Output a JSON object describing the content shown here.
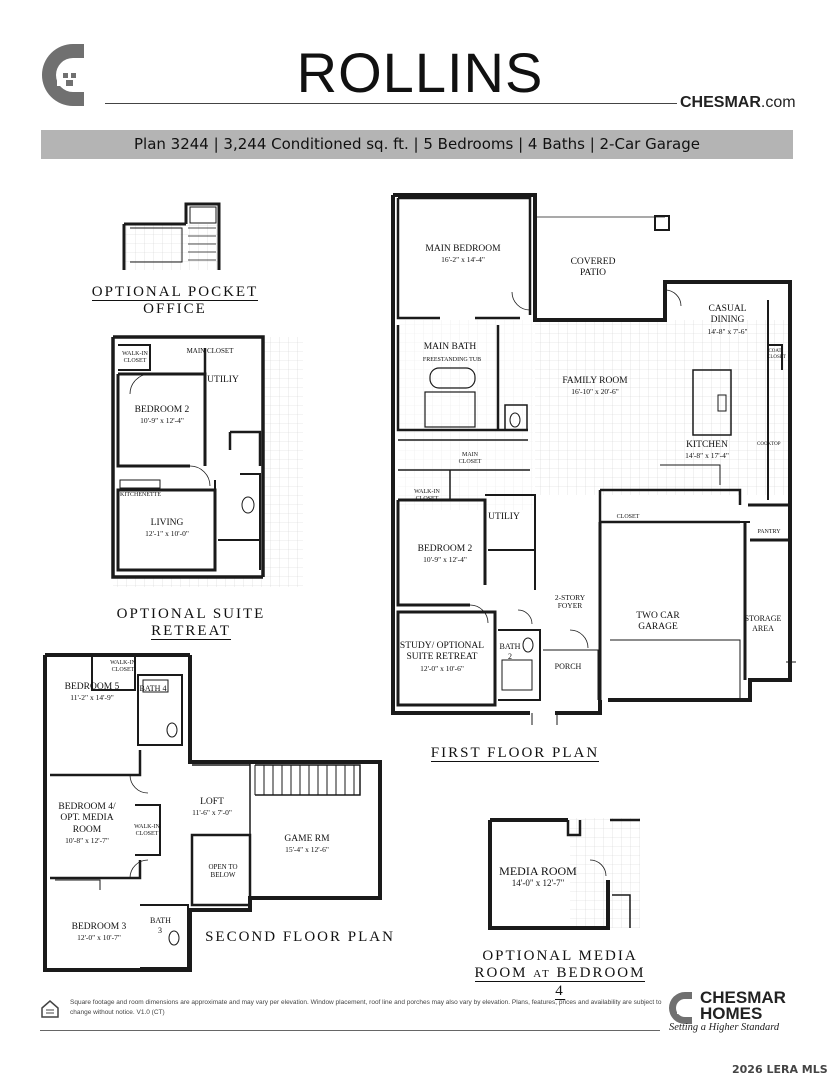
{
  "header": {
    "title": "ROLLINS",
    "website_bold": "CHESMAR",
    "website_suffix": ".com",
    "banner": "Plan 3244 | 3,244 Conditioned sq. ft. | 5 Bedrooms | 4 Baths | 2-Car Garage"
  },
  "pocket_office": {
    "caption_line1": "OPTIONAL POCKET",
    "caption_line2": "OFFICE"
  },
  "suite_retreat": {
    "caption_line1": "OPTIONAL SUITE",
    "caption_line2": "RETREAT",
    "rooms": {
      "walk_in": "WALK-IN CLOSET",
      "main_closet": "MAIN CLOSET",
      "utility": "UTILIY",
      "bedroom2": "BEDROOM 2",
      "bedroom2_dim": "10'-9\" x 12'-4\"",
      "kitchenette": "KITCHENETTE",
      "living": "LIVING",
      "living_dim": "12'-1\" x 10'-0\""
    }
  },
  "first_floor": {
    "caption": "FIRST FLOOR PLAN",
    "rooms": {
      "main_bedroom": "MAIN BEDROOM",
      "main_bedroom_dim": "16'-2\" x 14'-4\"",
      "covered_patio_1": "COVERED",
      "covered_patio_2": "PATIO",
      "casual_dining": "CASUAL DINING",
      "casual_dining_dim": "14'-8\" x 7'-6\"",
      "main_bath": "MAIN BATH",
      "freestanding_tub": "FREESTANDING TUB",
      "family_room": "FAMILY ROOM",
      "family_room_dim": "16'-10\" x 20'-6\"",
      "coat_closet": "COAT CLOSET",
      "kitchen": "KITCHEN",
      "kitchen_dim": "14'-8\" x 17'-4\"",
      "cooktop": "COOKTOP",
      "main_closet": "MAIN CLOSET",
      "walk_in": "WALK-IN CLOSET",
      "utility": "UTILIY",
      "closet": "CLOSET",
      "pantry": "PANTRY",
      "bedroom2": "BEDROOM 2",
      "bedroom2_dim": "10'-9\" x 12'-4\"",
      "foyer": "2-STORY FOYER",
      "two_car_garage": "TWO CAR GARAGE",
      "storage_area": "STORAGE AREA",
      "study": "STUDY/ OPTIONAL SUITE RETREAT",
      "study_dim": "12'-0\" x 10'-6\"",
      "bath2": "BATH 2",
      "porch": "PORCH"
    }
  },
  "second_floor": {
    "caption": "SECOND FLOOR PLAN",
    "rooms": {
      "walk_in": "WALK-IN CLOSET",
      "bedroom5": "BEDROOM 5",
      "bedroom5_dim": "11'-2\" x 14'-9\"",
      "bath4": "BATH 4",
      "bedroom4": "BEDROOM 4/ OPT. MEDIA ROOM",
      "bedroom4_dim": "10'-8\" x 12'-7\"",
      "walk_in2": "WALK-IN CLOSET",
      "loft": "LOFT",
      "loft_dim": "11'-6\" x 7'-0\"",
      "game_rm": "GAME RM",
      "game_rm_dim": "15'-4\" x 12'-6\"",
      "open_to_below": "OPEN TO BELOW",
      "bedroom3": "BEDROOM 3",
      "bedroom3_dim": "12'-0\" x 10'-7\"",
      "bath3": "BATH 3"
    }
  },
  "media_room": {
    "caption_line1": "OPTIONAL MEDIA",
    "caption_room": "ROOM",
    "caption_at": "AT",
    "caption_bed": "BEDROOM 4",
    "room": "MEDIA ROOM",
    "room_dim": "14'-0\" x 12'-7\""
  },
  "footer": {
    "disclaimer": "Square footage and room dimensions are approximate and may vary per elevation. Window placement, roof line and porches may also vary by elevation. Plans, features, prices and availability are subject to change without notice. V1.0 (CT)",
    "brand_line1": "CHESMAR",
    "brand_line2": "HOMES",
    "tagline": "Setting a Higher Standard",
    "watermark": "2026 LERA MLS"
  },
  "colors": {
    "banner": "#b4b4b4",
    "wall": "#1a1a1a",
    "grid": "#d4d4d4",
    "logo": "#707070"
  }
}
